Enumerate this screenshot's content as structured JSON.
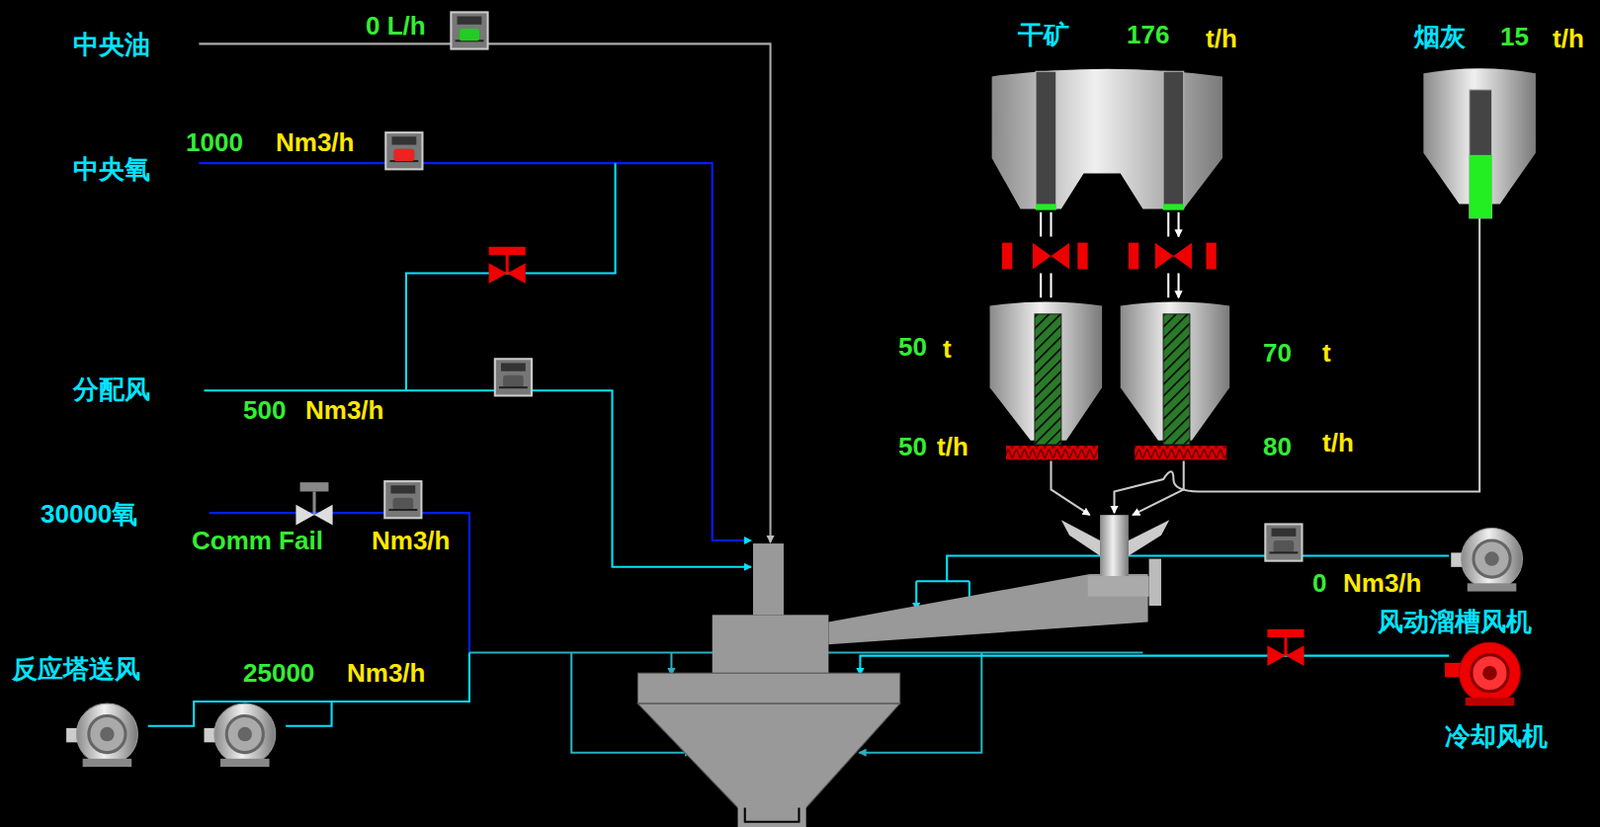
{
  "diagram": {
    "labels": [
      "中央油",
      "0 L/h",
      "中央氧",
      "1000",
      "Nm3/h",
      "分配风",
      "500",
      "Nm3/h",
      "30000氧",
      "Comm Fail",
      "Nm3/h",
      "反应塔送风",
      "25000",
      "Nm3/h",
      "干矿",
      "176",
      "t/h",
      "烟灰",
      "15",
      "t/h",
      "50",
      "t",
      "70",
      "t",
      "50",
      "t/h",
      "80",
      "t/h",
      "0",
      "Nm3/h",
      "风动溜槽风机",
      "冷却风机"
    ]
  }
}
